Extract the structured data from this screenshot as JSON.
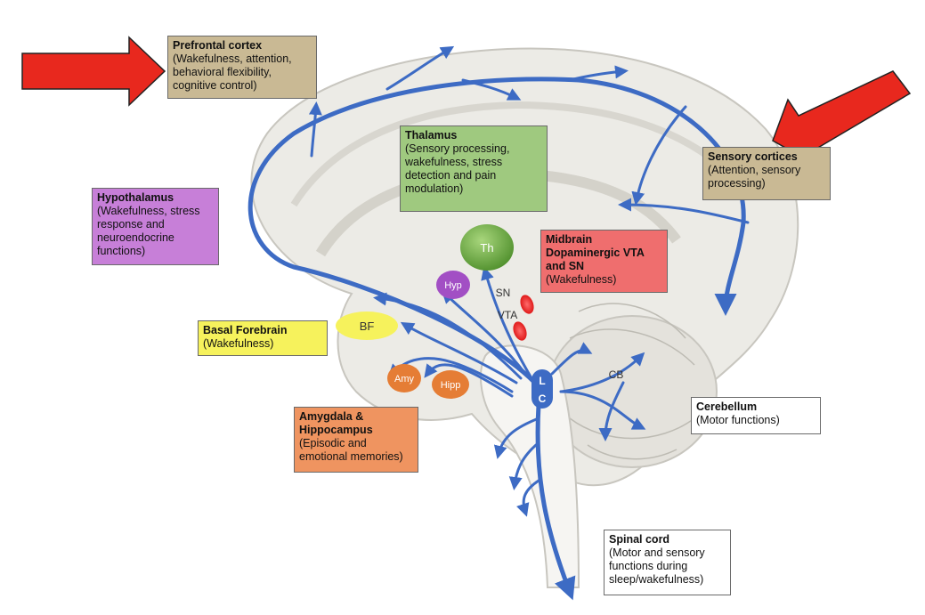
{
  "colors": {
    "arrow_blue": "#3d6bc4",
    "brain_fill": "#ecebe6",
    "prefrontal_box": "#c9b994",
    "sensory_box": "#c9b994",
    "thalamus_box": "#9fc97f",
    "hypothalamus_box": "#c77fd8",
    "midbrain_box": "#ef6e6e",
    "basal_forebrain_box": "#f6f25c",
    "amygdala_box": "#ef9460",
    "red_pointer": "#e8281e"
  },
  "regions": {
    "prefrontal": {
      "title": "Prefrontal cortex",
      "desc": "(Wakefulness, attention, behavioral flexibility, cognitive control)"
    },
    "thalamus": {
      "title": "Thalamus",
      "desc": "(Sensory processing, wakefulness, stress detection and pain modulation)"
    },
    "sensory": {
      "title": "Sensory cortices",
      "desc": "(Attention, sensory processing)"
    },
    "hypothalamus": {
      "title": "Hypothalamus",
      "desc": "(Wakefulness, stress response and neuroendocrine functions)"
    },
    "midbrain": {
      "title": "Midbrain Dopaminergic VTA and SN",
      "desc": "(Wakefulness)"
    },
    "basal_forebrain": {
      "title": "Basal Forebrain",
      "desc": "(Wakefulness)"
    },
    "amygdala": {
      "title": "Amygdala & Hippocampus",
      "desc": "(Episodic and emotional memories)"
    },
    "cerebellum": {
      "title": "Cerebellum",
      "desc": "(Motor functions)"
    },
    "spinal": {
      "title": "Spinal cord",
      "desc": "(Motor and sensory functions during sleep/wakefulness)"
    }
  },
  "nodes": {
    "th": "Th",
    "hyp": "Hyp",
    "bf": "BF",
    "amy": "Amy",
    "hipp": "Hipp",
    "sn": "SN",
    "vta": "VTA",
    "lc_l": "L",
    "lc_c": "C",
    "cb": "CB"
  }
}
